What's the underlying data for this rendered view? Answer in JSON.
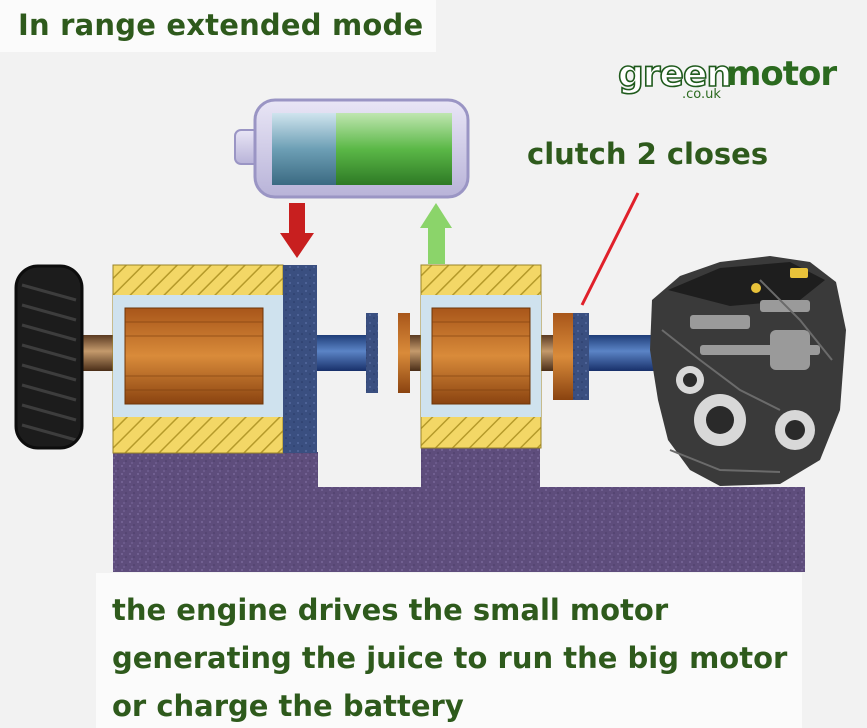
{
  "title": "In range extended mode",
  "logo": {
    "word1": "green",
    "word2": "motor",
    "domain": ".co.uk"
  },
  "callout": "clutch 2 closes",
  "caption": {
    "line1": "the engine drives the small motor",
    "line2": "generating the juice to run the big motor",
    "line3": "or charge the battery"
  },
  "colors": {
    "text": "#2e5a1c",
    "battery_charge": "#4caf3a",
    "arrow_down": "#cc1f1f",
    "arrow_up": "#8dd66a",
    "winding": "#b5651d",
    "housing": "#f1d35a",
    "base": "#5d4b7a",
    "pointer_line": "#e0202a"
  },
  "icons": [
    "battery-icon",
    "wheel-tyre",
    "engine-block"
  ]
}
